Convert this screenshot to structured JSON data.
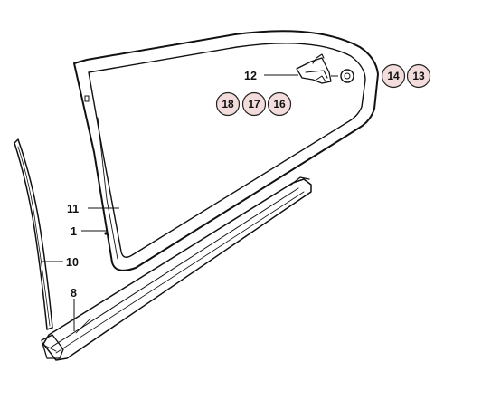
{
  "labels": {
    "l11": "11",
    "l1": "1",
    "l10": "10",
    "l8": "8",
    "l12": "12"
  },
  "badges": {
    "b14": "14",
    "b13": "13",
    "b18": "18",
    "b17": "17",
    "b16": "16"
  },
  "colors": {
    "badge_fill": "#f2dcdc",
    "line": "#111111",
    "background": "#ffffff"
  }
}
